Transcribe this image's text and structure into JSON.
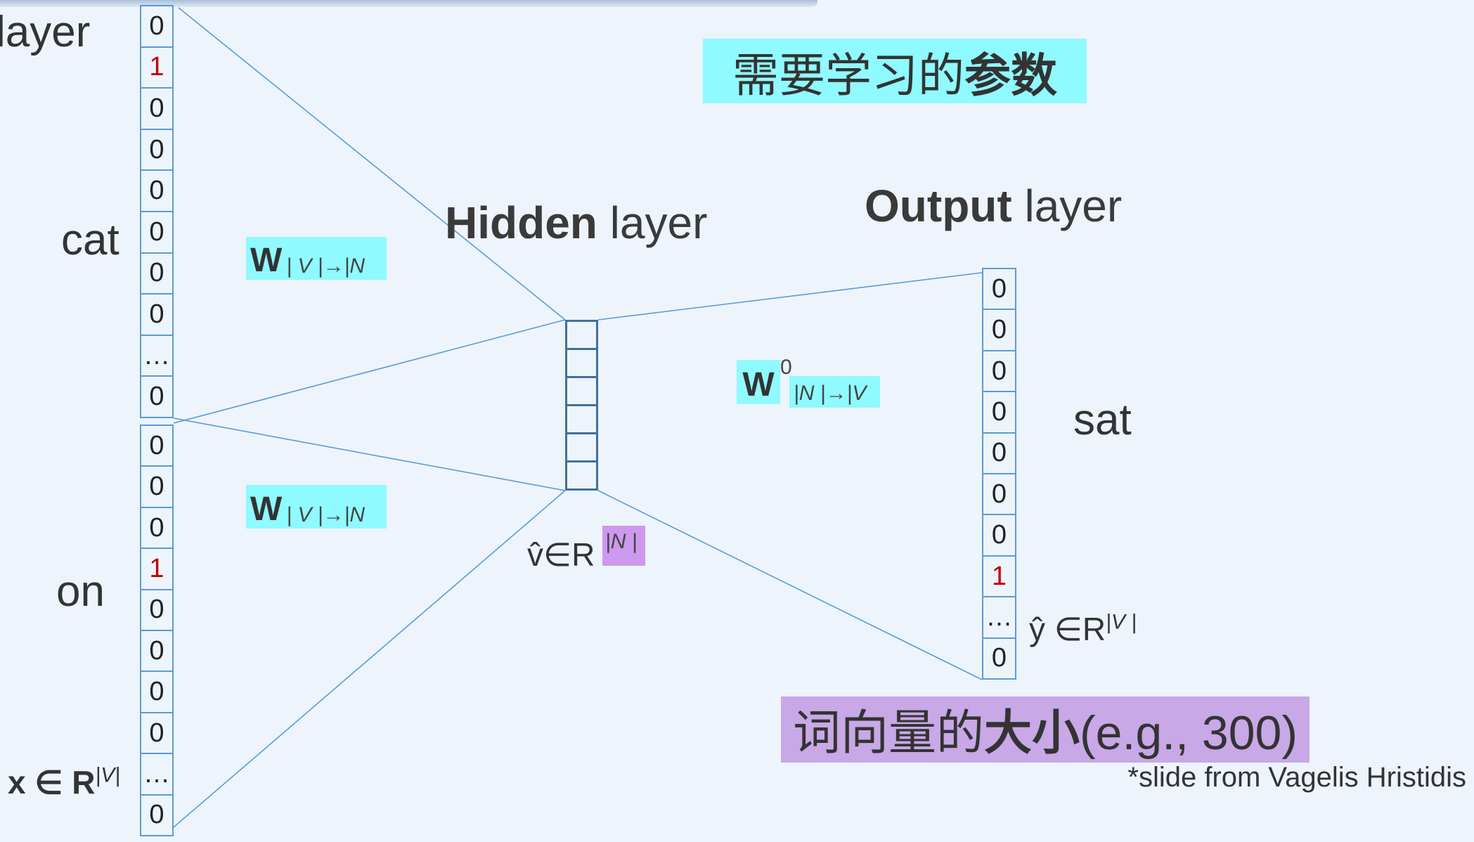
{
  "labels": {
    "input_layer_partial": "layer",
    "word_cat": "cat",
    "word_on": "on",
    "word_sat": "sat",
    "hidden_bold": "Hidden",
    "hidden_rest": " layer",
    "output_bold": "Output",
    "output_rest": " layer",
    "x_math": "x ∈ R",
    "x_sup": "|V|",
    "v_math": "v̂∈R",
    "v_sup": "|N |",
    "y_math": "ŷ  ∈R",
    "y_sup": "|V |",
    "w_in": "W",
    "w_in_sub": "| V |→|N",
    "w_out": "W",
    "w_out_sup": "0",
    "w_out_sub": "|N |→|V",
    "params_normal": "需要学习的",
    "params_bold": "参数",
    "size_normal": "词向量的",
    "size_bold": "大小",
    "size_rest": "(e.g., 300)",
    "credit": "*slide from Vagelis Hristidis"
  },
  "vectors": {
    "cat": [
      "0",
      "1",
      "0",
      "0",
      "0",
      "0",
      "0",
      "0",
      "…",
      "0"
    ],
    "on": [
      "0",
      "0",
      "0",
      "1",
      "0",
      "0",
      "0",
      "0",
      "…",
      "0"
    ],
    "sat": [
      "0",
      "0",
      "0",
      "0",
      "0",
      "0",
      "0",
      "1",
      "…",
      "0"
    ]
  },
  "hidden_cells": 6,
  "colors": {
    "highlight_cyan": "#8ffaff",
    "highlight_purple": "#c8a8e6",
    "hot_value": "#c00000",
    "cell_border": "#5b9bd5"
  }
}
